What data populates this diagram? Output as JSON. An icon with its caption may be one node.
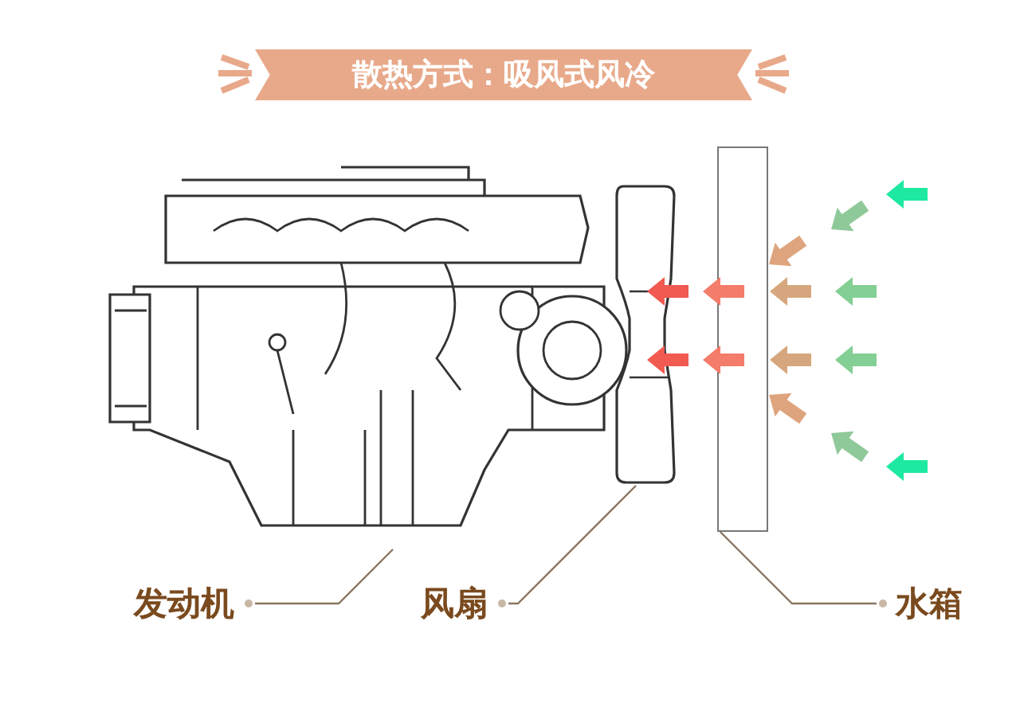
{
  "diagram": {
    "title": "散热方式：吸风式风冷",
    "nodes": [
      {
        "text": [
          "发动机"
        ]
      },
      {
        "text": [
          "风扇"
        ]
      },
      {
        "text": [
          "水箱"
        ]
      },
      {
        "text": [],
        "shape": "picture"
      },
      {
        "text": [],
        "shape": "picture"
      },
      {
        "text": [],
        "shape": "box"
      }
    ],
    "edges": [
      {
        "from": 0,
        "to": 3,
        "arrow": "none"
      },
      {
        "from": 1,
        "to": 4,
        "arrow": "none"
      },
      {
        "from": 2,
        "to": 5,
        "arrow": "none"
      }
    ]
  }
}
